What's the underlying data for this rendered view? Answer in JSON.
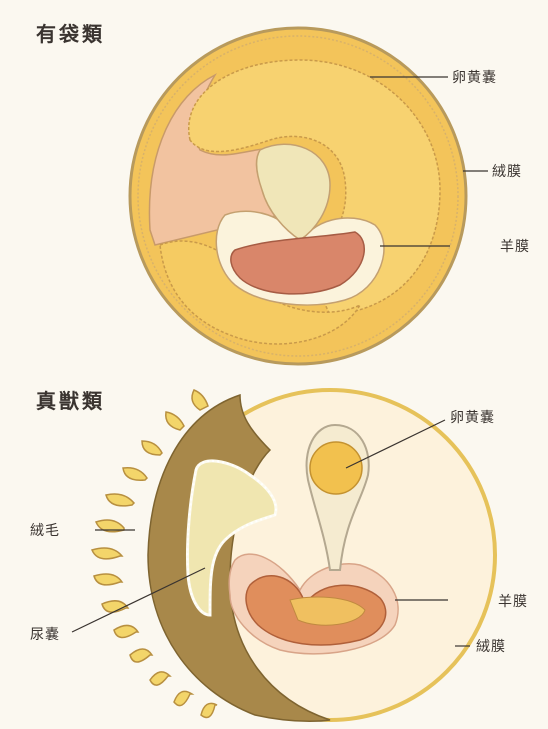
{
  "marsupial": {
    "title": "有袋類",
    "labels": {
      "yolk_sac": "卵黄嚢",
      "chorion": "絨膜",
      "amnion": "羊膜"
    }
  },
  "placental": {
    "title": "真獣類",
    "labels": {
      "yolk_sac": "卵黄嚢",
      "villi": "絨毛",
      "allantois": "尿嚢",
      "amnion": "羊膜",
      "chorion": "絨膜"
    }
  },
  "colors": {
    "yolk": "#f3c75c",
    "chorion_pink": "#f2c9a4",
    "embryo": "#d98a6c",
    "villi_brown": "#a8884a",
    "cream": "#f6efd8"
  }
}
